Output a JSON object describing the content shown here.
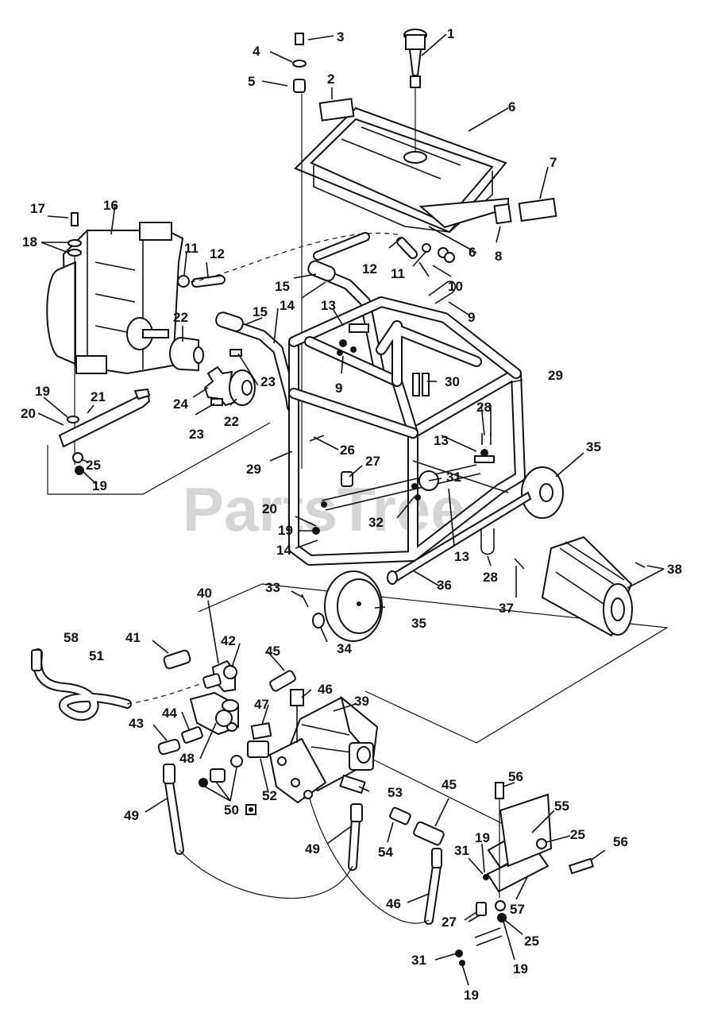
{
  "watermark": "PartsTree",
  "callouts": [
    {
      "id": "c1",
      "text": "1"
    },
    {
      "id": "c2",
      "text": "2"
    },
    {
      "id": "c3",
      "text": "3"
    },
    {
      "id": "c4",
      "text": "4"
    },
    {
      "id": "c5",
      "text": "5"
    },
    {
      "id": "c6a",
      "text": "6"
    },
    {
      "id": "c6b",
      "text": "6"
    },
    {
      "id": "c7",
      "text": "7"
    },
    {
      "id": "c8",
      "text": "8"
    },
    {
      "id": "c9a",
      "text": "9"
    },
    {
      "id": "c9b",
      "text": "9"
    },
    {
      "id": "c10",
      "text": "10"
    },
    {
      "id": "c11a",
      "text": "11"
    },
    {
      "id": "c11b",
      "text": "11"
    },
    {
      "id": "c12a",
      "text": "12"
    },
    {
      "id": "c12b",
      "text": "12"
    },
    {
      "id": "c13a",
      "text": "13"
    },
    {
      "id": "c13b",
      "text": "13"
    },
    {
      "id": "c13c",
      "text": "13"
    },
    {
      "id": "c14a",
      "text": "14"
    },
    {
      "id": "c14b",
      "text": "14"
    },
    {
      "id": "c15a",
      "text": "15"
    },
    {
      "id": "c15b",
      "text": "15"
    },
    {
      "id": "c16",
      "text": "16"
    },
    {
      "id": "c17",
      "text": "17"
    },
    {
      "id": "c18",
      "text": "18"
    },
    {
      "id": "c19a",
      "text": "19"
    },
    {
      "id": "c19b",
      "text": "19"
    },
    {
      "id": "c19c",
      "text": "19"
    },
    {
      "id": "c19d",
      "text": "19"
    },
    {
      "id": "c19e",
      "text": "19"
    },
    {
      "id": "c19f",
      "text": "19"
    },
    {
      "id": "c20a",
      "text": "20"
    },
    {
      "id": "c20b",
      "text": "20"
    },
    {
      "id": "c21",
      "text": "21"
    },
    {
      "id": "c22a",
      "text": "22"
    },
    {
      "id": "c22b",
      "text": "22"
    },
    {
      "id": "c23a",
      "text": "23"
    },
    {
      "id": "c23b",
      "text": "23"
    },
    {
      "id": "c24",
      "text": "24"
    },
    {
      "id": "c25a",
      "text": "25"
    },
    {
      "id": "c25b",
      "text": "25"
    },
    {
      "id": "c25c",
      "text": "25"
    },
    {
      "id": "c26",
      "text": "26"
    },
    {
      "id": "c27a",
      "text": "27"
    },
    {
      "id": "c27b",
      "text": "27"
    },
    {
      "id": "c28a",
      "text": "28"
    },
    {
      "id": "c28b",
      "text": "28"
    },
    {
      "id": "c29a",
      "text": "29"
    },
    {
      "id": "c29b",
      "text": "29"
    },
    {
      "id": "c30",
      "text": "30"
    },
    {
      "id": "c31a",
      "text": "31"
    },
    {
      "id": "c31b",
      "text": "31"
    },
    {
      "id": "c31c",
      "text": "31"
    },
    {
      "id": "c32",
      "text": "32"
    },
    {
      "id": "c33",
      "text": "33"
    },
    {
      "id": "c34",
      "text": "34"
    },
    {
      "id": "c35a",
      "text": "35"
    },
    {
      "id": "c35b",
      "text": "35"
    },
    {
      "id": "c36",
      "text": "36"
    },
    {
      "id": "c37",
      "text": "37"
    },
    {
      "id": "c38",
      "text": "38"
    },
    {
      "id": "c39",
      "text": "39"
    },
    {
      "id": "c40",
      "text": "40"
    },
    {
      "id": "c41",
      "text": "41"
    },
    {
      "id": "c42",
      "text": "42"
    },
    {
      "id": "c43",
      "text": "43"
    },
    {
      "id": "c44",
      "text": "44"
    },
    {
      "id": "c45a",
      "text": "45"
    },
    {
      "id": "c45b",
      "text": "45"
    },
    {
      "id": "c46a",
      "text": "46"
    },
    {
      "id": "c46b",
      "text": "46"
    },
    {
      "id": "c47",
      "text": "47"
    },
    {
      "id": "c48",
      "text": "48"
    },
    {
      "id": "c49a",
      "text": "49"
    },
    {
      "id": "c49b",
      "text": "49"
    },
    {
      "id": "c50",
      "text": "50"
    },
    {
      "id": "c51",
      "text": "51"
    },
    {
      "id": "c52",
      "text": "52"
    },
    {
      "id": "c53",
      "text": "53"
    },
    {
      "id": "c54",
      "text": "54"
    },
    {
      "id": "c55",
      "text": "55"
    },
    {
      "id": "c56a",
      "text": "56"
    },
    {
      "id": "c56b",
      "text": "56"
    },
    {
      "id": "c57",
      "text": "57"
    },
    {
      "id": "c58",
      "text": "58"
    }
  ]
}
